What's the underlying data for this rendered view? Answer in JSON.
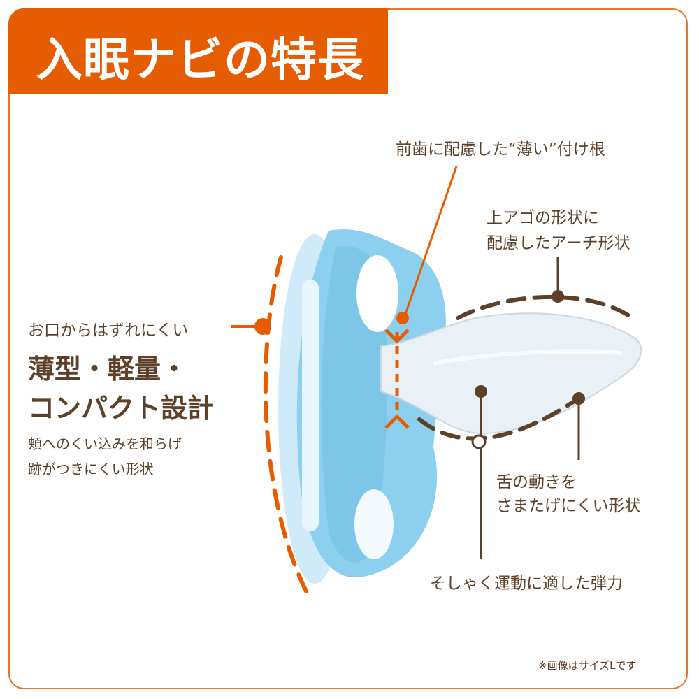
{
  "header": {
    "title": "入眠ナビの特長"
  },
  "callouts": {
    "thin_root": "前歯に配慮した“薄い”付け根",
    "arch_line1": "上アゴの形状に",
    "arch_line2": "配慮したアーチ形状",
    "tongue_line1": "舌の動きを",
    "tongue_line2": "さまたげにくい形状",
    "chewing": "そしゃく運動に適した弾力"
  },
  "left_feature": {
    "lead": "お口からはずれにくい",
    "title_line1": "薄型・軽量・",
    "title_line2": "コンパクト設計",
    "desc_line1": "頬へのくい込みを和らげ",
    "desc_line2": "跡がつきにくい形状"
  },
  "footnote": "※画像はサイズLです",
  "colors": {
    "accent": "#e65c00",
    "text": "#5c4128",
    "pacifier": "#9fd6f0"
  }
}
